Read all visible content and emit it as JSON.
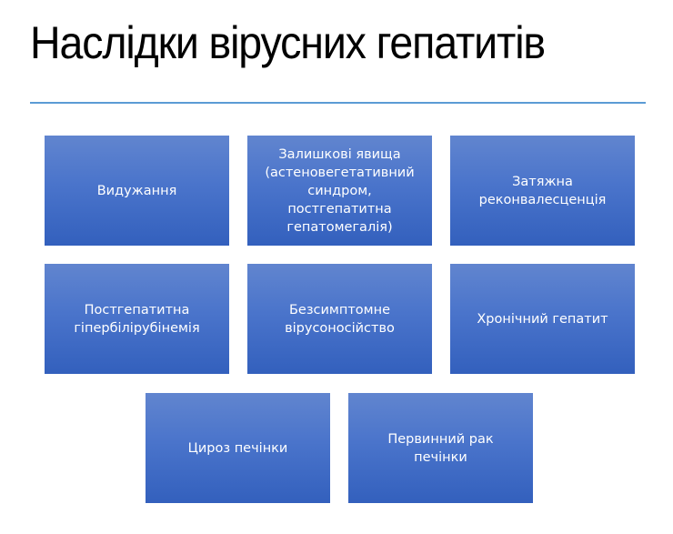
{
  "slide": {
    "title": "Наслідки вірусних гепатитів",
    "accent_color": "#5b9bd5",
    "box_gradient": [
      "#6185cf",
      "#3360bd"
    ],
    "boxes": [
      {
        "label": "Видужання"
      },
      {
        "label": "Залишкові  явища\n(астеновегетативний\nсиндром,\nпостгепатитна\nгепатомегалія)"
      },
      {
        "label": "Затяжна\nреконвалесценція"
      },
      {
        "label": "Постгепатитна\nгіпербілірубінемія"
      },
      {
        "label": "Безсимптомне\nвірусоносійство"
      },
      {
        "label": "Хронічний  гепатит"
      },
      {
        "label": "Цироз  печінки"
      },
      {
        "label": "Первинний  рак\nпечінки"
      }
    ]
  }
}
